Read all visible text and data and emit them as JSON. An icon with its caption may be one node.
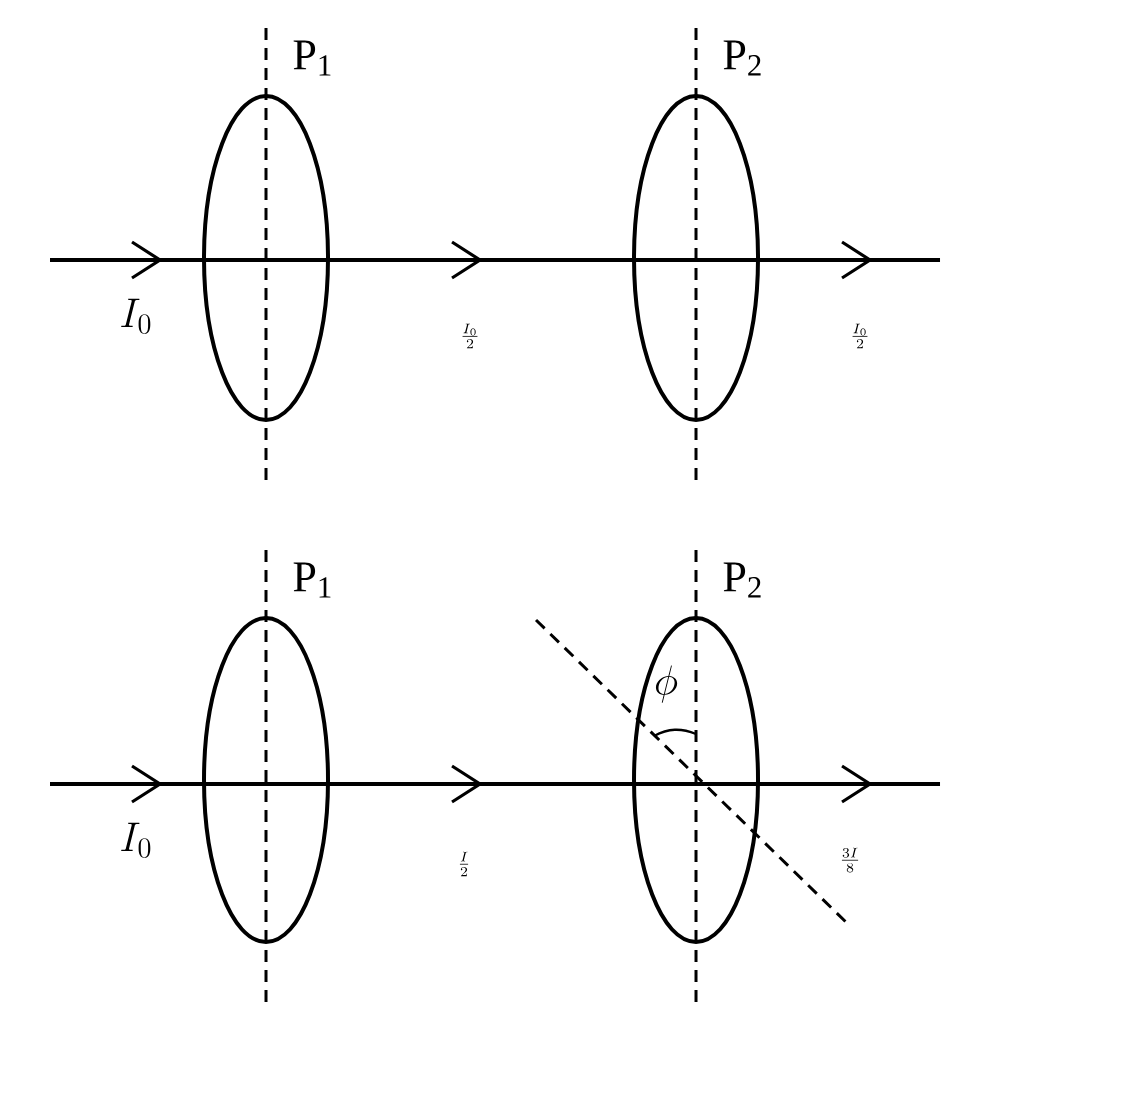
{
  "diagram": {
    "nodes": [
      {
        "text": [
          "P$_{1}$"
        ]
      },
      {
        "text": [
          "P$_{2}$"
        ]
      },
      {
        "text": [
          "P$_{1}$"
        ]
      },
      {
        "text": [
          "P$_{2}$"
        ]
      }
    ],
    "labels": [
      "I_0",
      "\\frac{I_0}{2}",
      "\\frac{I_0}{2}",
      "\\phi",
      "I_0",
      "\\frac{I}{2}",
      "\\frac{3I}{8}"
    ]
  }
}
